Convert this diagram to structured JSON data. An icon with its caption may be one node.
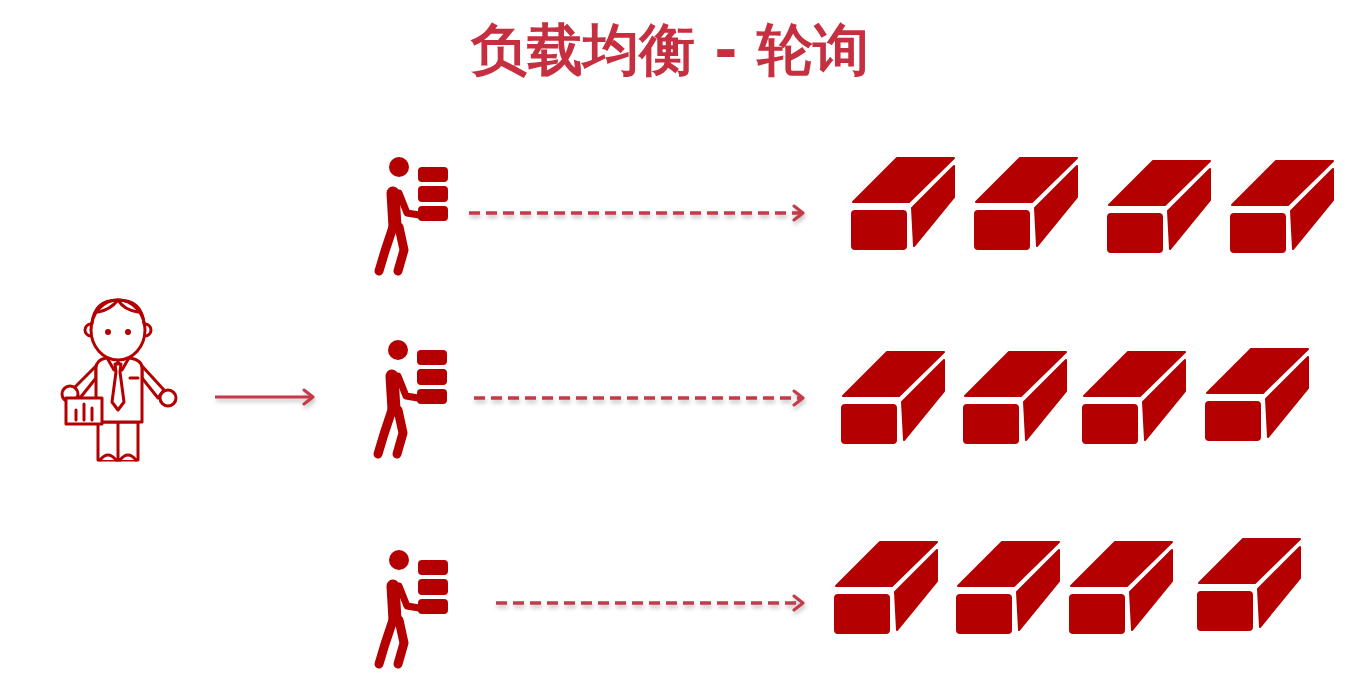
{
  "diagram": {
    "title": "负载均衡 - 轮询",
    "nodes": [
      {
        "text": [],
        "shape": "person"
      },
      {
        "text": [],
        "shape": "person"
      },
      {
        "text": [],
        "shape": "person"
      },
      {
        "text": [],
        "shape": "person"
      },
      {
        "text": [],
        "shape": "brick"
      },
      {
        "text": [],
        "shape": "brick"
      },
      {
        "text": [],
        "shape": "brick"
      },
      {
        "text": [],
        "shape": "brick"
      },
      {
        "text": [],
        "shape": "brick"
      },
      {
        "text": [],
        "shape": "brick"
      },
      {
        "text": [],
        "shape": "brick"
      },
      {
        "text": [],
        "shape": "brick"
      },
      {
        "text": [],
        "shape": "brick"
      },
      {
        "text": [],
        "shape": "brick"
      },
      {
        "text": [],
        "shape": "brick"
      },
      {
        "text": [],
        "shape": "brick"
      }
    ],
    "edges": [
      {
        "from": 0,
        "to": 2,
        "arrow": "to"
      },
      {
        "from": 1,
        "to": 4,
        "arrow": "to",
        "style": "dashed"
      },
      {
        "from": 2,
        "to": 8,
        "arrow": "to",
        "style": "dashed"
      },
      {
        "from": 3,
        "to": 12,
        "arrow": "to",
        "style": "dashed"
      }
    ]
  }
}
